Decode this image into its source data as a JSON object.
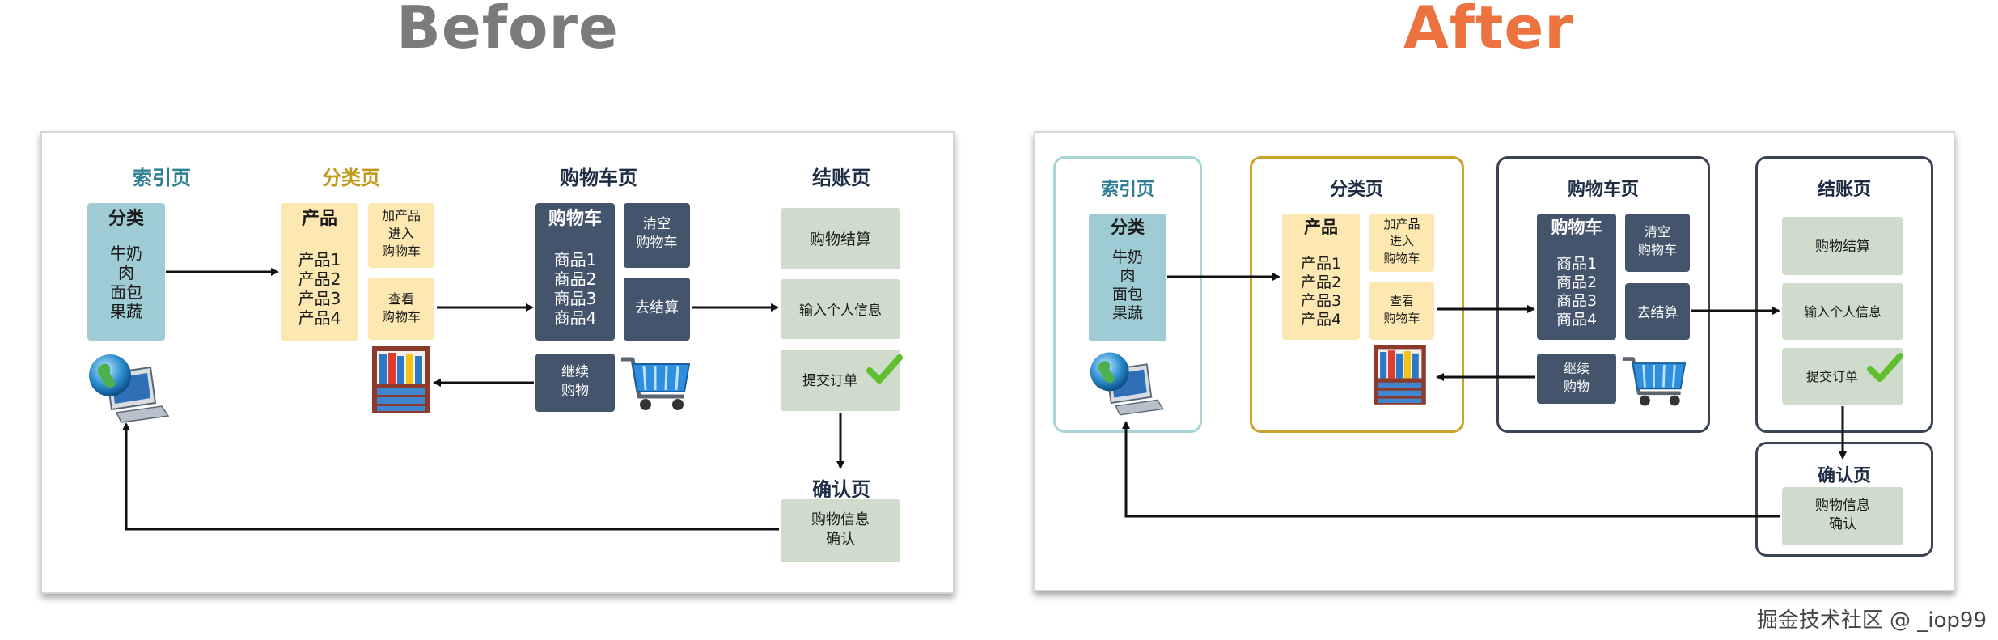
{
  "titles": {
    "before": "Before",
    "after": "After"
  },
  "colors": {
    "before_title": "#7b7b7b",
    "after_title": "#ec7240",
    "index_label": "#2f7f92",
    "category_label": "#c09a16",
    "dark_label": "#1d2d44"
  },
  "pages": {
    "index": "索引页",
    "category": "分类页",
    "cart": "购物车页",
    "checkout": "结账页",
    "confirm": "确认页"
  },
  "index_box": {
    "head": "分类",
    "items": [
      "牛奶",
      "肉",
      "面包",
      "果蔬"
    ]
  },
  "product_box": {
    "head": "产品",
    "items": [
      "产品1",
      "产品2",
      "产品3",
      "产品4"
    ]
  },
  "add_to_cart": [
    "加产品",
    "进入",
    "购物车"
  ],
  "view_cart": [
    "查看",
    "购物车"
  ],
  "cart_box": {
    "head": "购物车",
    "items": [
      "商品1",
      "商品2",
      "商品3",
      "商品4"
    ]
  },
  "clear_cart": [
    "清空",
    "购物车"
  ],
  "go_checkout": "去结算",
  "continue_shopping": [
    "继续",
    "购物"
  ],
  "checkout_steps": [
    "购物结算",
    "输入个人信息",
    "提交订单"
  ],
  "confirm_box": [
    "购物信息",
    "确认"
  ],
  "icons": [
    "globe-computer-icon",
    "bookshelf-icon",
    "shopping-cart-icon",
    "checkmark-icon"
  ],
  "watermark": "掘金技术社区 @ _iop99"
}
